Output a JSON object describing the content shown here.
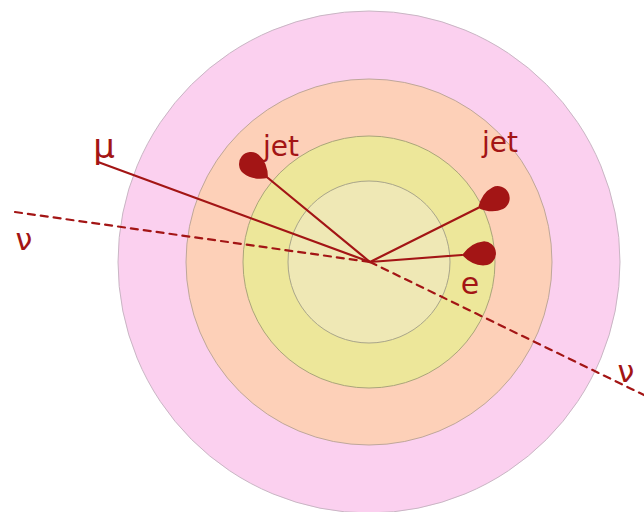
{
  "diagram": {
    "labels": [
      "μ",
      "jet",
      "jet",
      "e",
      "ν",
      "ν"
    ]
  }
}
